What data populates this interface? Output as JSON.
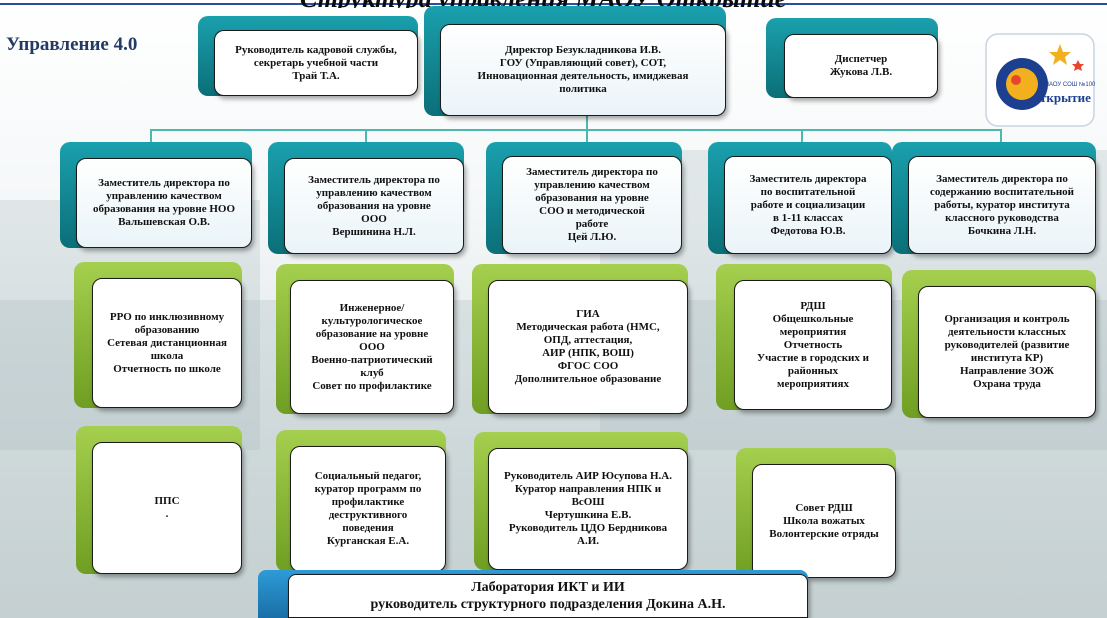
{
  "header": {
    "title": "Структура управления МАОУ Открытие",
    "section": "Управление 4.0"
  },
  "logo": {
    "text1": "МАОУ СОШ №100",
    "text2": "ткрытие"
  },
  "top": {
    "hr": [
      "Руководитель кадровой службы,",
      "секретарь учебной части",
      "Трай Т.А."
    ],
    "director": [
      "Директор Безукладникова И.В.",
      "ГОУ (Управляющий совет), СОТ,",
      "Инновационная деятельность, имиджевая",
      "политика"
    ],
    "dispatcher": [
      "Диспетчер",
      "Жукова Л.В."
    ]
  },
  "deputies": [
    {
      "lines": [
        "Заместитель директора по",
        "управлению качеством",
        "образования на уровне НОО",
        "Вальшевская О.В."
      ]
    },
    {
      "lines": [
        "Заместитель директора по",
        "управлению качеством",
        "образования  на уровне",
        "ООО",
        "Вершинина Н.Л."
      ]
    },
    {
      "lines": [
        "Заместитель директора по",
        "управлению качеством",
        "образования  на уровне",
        "СОО  и методической",
        "работе",
        "Цей Л.Ю."
      ]
    },
    {
      "lines": [
        "Заместитель директора",
        "по воспитательной",
        "работе и социализации",
        "в 1-11 классах",
        "Федотова Ю.В."
      ]
    },
    {
      "lines": [
        "Заместитель директора по",
        "содержанию воспитательной",
        "работы, куратор института",
        "классного руководства",
        "Бочкина Л.Н."
      ]
    }
  ],
  "functions": [
    {
      "lines": [
        "РРО по инклюзивному",
        "образованию",
        "Сетевая дистанционная",
        "школа",
        "Отчетность по школе"
      ]
    },
    {
      "lines": [
        "Инженерное/",
        "культурологическое",
        "образование на уровне",
        "ООО",
        "Военно-патриотический",
        "клуб",
        "Совет по профилактике"
      ]
    },
    {
      "lines": [
        "ГИА",
        "Методическая работа (НМС,",
        "ОПД, аттестация,",
        "АИР (НПК, ВОШ)",
        "ФГОС СОО",
        "Дополнительное образование"
      ]
    },
    {
      "lines": [
        "РДШ",
        "Общешкольные",
        "мероприятия",
        "Отчетность",
        "Участие в городских и",
        "районных",
        "мероприятиях"
      ]
    },
    {
      "lines": [
        "Организация и контроль",
        "деятельности классных",
        "руководителей (развитие",
        "института КР)",
        "Направление ЗОЖ",
        "Охрана труда"
      ]
    }
  ],
  "staff": [
    {
      "lines": [
        "ППС",
        "."
      ]
    },
    {
      "lines": [
        "Социальный педагог,",
        "куратор программ по",
        "профилактике",
        "деструктивного",
        "поведения",
        "Курганская Е.А."
      ]
    },
    {
      "lines": [
        "Руководитель АИР Юсупова Н.А.",
        "Куратор направления НПК и",
        "ВсОШ",
        "Чертушкина Е.В.",
        "Руководитель ЦДО Бердникова",
        "А.И."
      ]
    },
    {
      "lines": [
        "Совет РДШ",
        "Школа вожатых",
        "Волонтерские отряды"
      ]
    }
  ],
  "lab": [
    "Лаборатория ИКТ и ИИ",
    "руководитель структурного подразделения Докина А.Н."
  ],
  "colors": {
    "teal": "#138a95",
    "green": "#8dbd38",
    "blue": "#2386c4",
    "connector": "#4cb8b0"
  }
}
